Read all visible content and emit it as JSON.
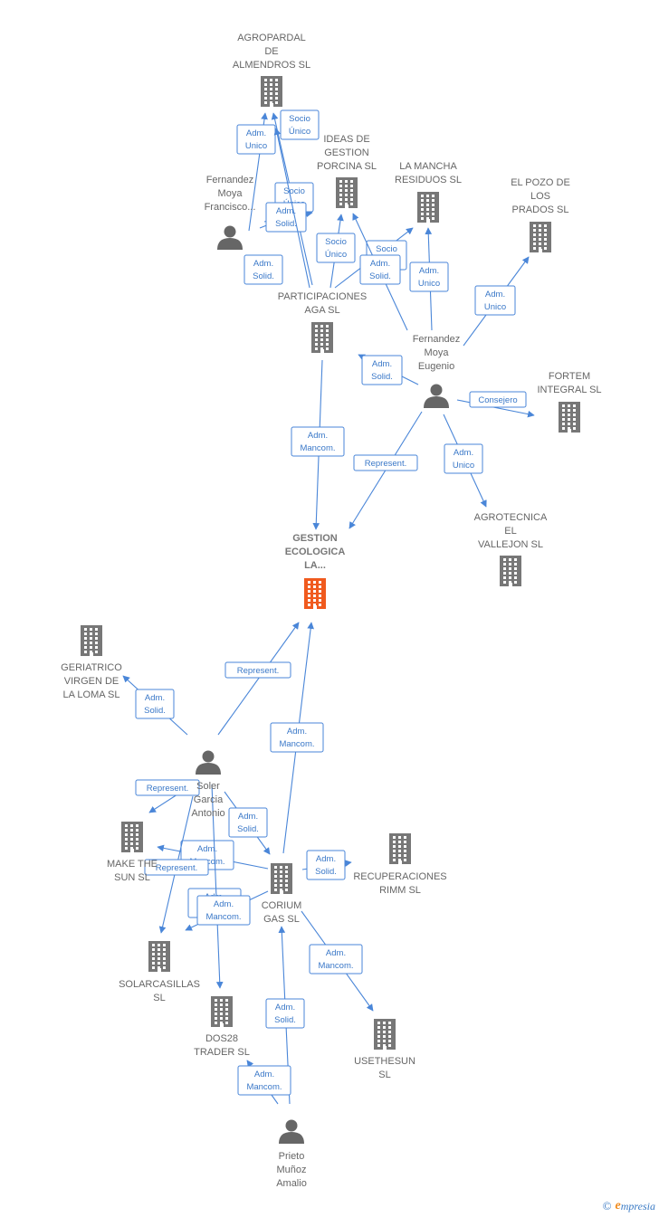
{
  "graph": {
    "nodes": [
      {
        "id": "agropardal",
        "type": "company",
        "label": [
          "AGROPARDAL",
          "DE",
          "ALMENDROS SL"
        ]
      },
      {
        "id": "fmf",
        "type": "person",
        "label": [
          "Fernandez",
          "Moya",
          "Francisco..."
        ]
      },
      {
        "id": "ideas",
        "type": "company",
        "label": [
          "IDEAS DE",
          "GESTION",
          "PORCINA  SL"
        ]
      },
      {
        "id": "mancha",
        "type": "company",
        "label": [
          "LA MANCHA",
          "RESIDUOS  SL"
        ]
      },
      {
        "id": "pozo",
        "type": "company",
        "label": [
          "EL POZO DE",
          "LOS",
          "PRADOS  SL"
        ]
      },
      {
        "id": "participaciones",
        "type": "company",
        "label": [
          "PARTICIPACIONES",
          "AGA  SL"
        ]
      },
      {
        "id": "fme",
        "type": "person",
        "label": [
          "Fernandez",
          "Moya",
          "Eugenio"
        ]
      },
      {
        "id": "fortem",
        "type": "company",
        "label": [
          "FORTEM",
          "INTEGRAL SL"
        ]
      },
      {
        "id": "agrotecnica",
        "type": "company",
        "label": [
          "AGROTECNICA",
          "EL",
          "VALLEJON  SL"
        ]
      },
      {
        "id": "gestion",
        "type": "focus",
        "label": [
          "GESTION",
          "ECOLOGICA",
          "LA..."
        ]
      },
      {
        "id": "geriatrico",
        "type": "company",
        "label": [
          "GERIATRICO",
          "VIRGEN DE",
          "LA LOMA SL"
        ]
      },
      {
        "id": "sga",
        "type": "person",
        "label": [
          "Soler",
          "Garcia",
          "Antonio"
        ]
      },
      {
        "id": "make",
        "type": "company",
        "label": [
          "MAKE THE",
          "SUN  SL"
        ]
      },
      {
        "id": "corium",
        "type": "company",
        "label": [
          "CORIUM",
          "GAS  SL"
        ]
      },
      {
        "id": "recuperaciones",
        "type": "company",
        "label": [
          "RECUPERACIONES",
          "RIMM  SL"
        ]
      },
      {
        "id": "solarcasillas",
        "type": "company",
        "label": [
          "SOLARCASILLAS",
          "SL"
        ]
      },
      {
        "id": "dos28",
        "type": "company",
        "label": [
          "DOS28",
          "TRADER  SL"
        ]
      },
      {
        "id": "usethesun",
        "type": "company",
        "label": [
          "USETHESUN",
          "SL"
        ]
      },
      {
        "id": "pma",
        "type": "person",
        "label": [
          "Prieto",
          "Muñoz",
          "Amalio"
        ]
      }
    ],
    "edges": [
      {
        "id": "e1",
        "from": "fmf",
        "to": "agropardal",
        "label": [
          "Adm.",
          "Unico"
        ]
      },
      {
        "id": "e2",
        "from": "participaciones",
        "to": "agropardal",
        "label": [
          "Socio",
          "Único"
        ]
      },
      {
        "id": "e3",
        "from": "fmf",
        "to": "ideas",
        "label": [
          "Socio",
          "Único"
        ]
      },
      {
        "id": "e4",
        "from": "fmf",
        "to": "ideas",
        "label": [
          "Adm.",
          "Solid."
        ]
      },
      {
        "id": "e5",
        "from": "participaciones",
        "to": "agropardal",
        "label": [
          "Adm.",
          "Solid."
        ]
      },
      {
        "id": "e6",
        "from": "participaciones",
        "to": "ideas",
        "label": [
          "Socio",
          "Único"
        ]
      },
      {
        "id": "e7",
        "from": "participaciones",
        "to": "mancha",
        "label": [
          "Socio",
          "Único"
        ]
      },
      {
        "id": "e8",
        "from": "fme",
        "to": "ideas",
        "label": [
          "Adm.",
          "Solid."
        ]
      },
      {
        "id": "e9",
        "from": "fme",
        "to": "mancha",
        "label": [
          "Adm.",
          "Unico"
        ]
      },
      {
        "id": "e10",
        "from": "fme",
        "to": "pozo",
        "label": [
          "Adm.",
          "Unico"
        ]
      },
      {
        "id": "e11",
        "from": "fme",
        "to": "participaciones",
        "label": [
          "Adm.",
          "Solid."
        ]
      },
      {
        "id": "e12",
        "from": "fme",
        "to": "fortem",
        "label": [
          "Consejero"
        ]
      },
      {
        "id": "e13",
        "from": "fme",
        "to": "agrotecnica",
        "label": [
          "Adm.",
          "Unico"
        ]
      },
      {
        "id": "e14",
        "from": "participaciones",
        "to": "gestion",
        "label": [
          "Adm.",
          "Mancom."
        ]
      },
      {
        "id": "e15",
        "from": "fme",
        "to": "gestion",
        "label": [
          "Represent."
        ]
      },
      {
        "id": "e16",
        "from": "sga",
        "to": "geriatrico",
        "label": [
          "Adm.",
          "Solid."
        ]
      },
      {
        "id": "e17",
        "from": "sga",
        "to": "gestion",
        "label": [
          "Represent."
        ]
      },
      {
        "id": "e18",
        "from": "corium",
        "to": "gestion",
        "label": [
          "Adm.",
          "Mancom."
        ]
      },
      {
        "id": "e19",
        "from": "sga",
        "to": "make",
        "label": [
          "Represent."
        ]
      },
      {
        "id": "e20",
        "from": "sga",
        "to": "corium",
        "label": [
          "Adm.",
          "Solid."
        ]
      },
      {
        "id": "e21",
        "from": "corium",
        "to": "make",
        "label": [
          "Adm.",
          "Mancom."
        ]
      },
      {
        "id": "e22",
        "from": "sga",
        "to": "solarcasillas",
        "label": [
          "Represent."
        ]
      },
      {
        "id": "e23",
        "from": "corium",
        "to": "recuperaciones",
        "label": [
          "Adm.",
          "Solid."
        ]
      },
      {
        "id": "e24",
        "from": "corium",
        "to": "solarcasillas",
        "label": [
          "Adm.",
          "Mancom."
        ]
      },
      {
        "id": "e25",
        "from": "sga",
        "to": "dos28",
        "label": [
          "Adm.",
          "Mancom."
        ]
      },
      {
        "id": "e26",
        "from": "corium",
        "to": "usethesun",
        "label": [
          "Adm.",
          "Mancom."
        ]
      },
      {
        "id": "e27",
        "from": "pma",
        "to": "corium",
        "label": [
          "Adm.",
          "Solid."
        ]
      },
      {
        "id": "e28",
        "from": "pma",
        "to": "dos28",
        "label": [
          "Adm.",
          "Mancom."
        ]
      }
    ]
  },
  "footer": {
    "copyright": "©",
    "brand_first": "e",
    "brand_rest": "mpresia"
  },
  "colors": {
    "edge": "#4a86d8",
    "company": "#777777",
    "focus": "#f05a1e",
    "person": "#666666"
  }
}
